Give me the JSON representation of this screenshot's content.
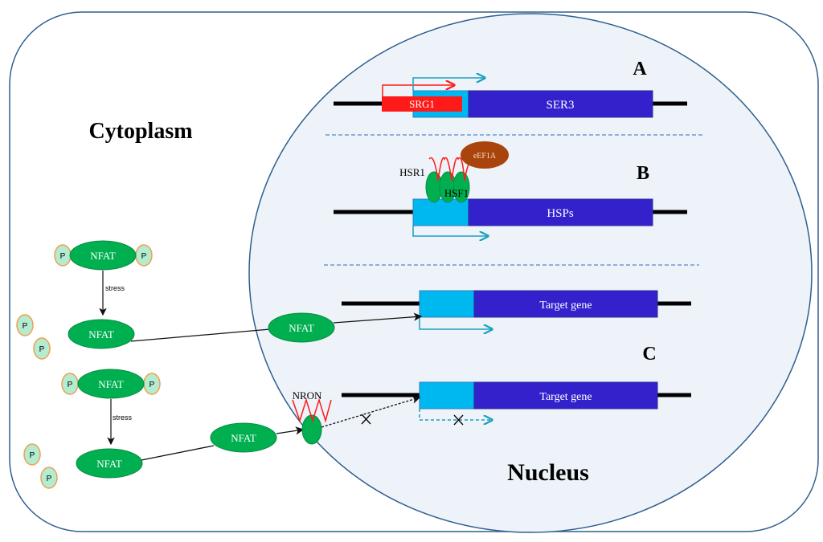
{
  "labels": {
    "cytoplasm": "Cytoplasm",
    "nucleus": "Nucleus",
    "panel_a": "A",
    "panel_b": "B",
    "panel_c": "C",
    "srg1": "SRG1",
    "ser3": "SER3",
    "hsr1": "HSR1",
    "hsf1": "HSF1",
    "eef1a": "eEF1A",
    "hsps": "HSPs",
    "target_gene": "Target gene",
    "nron": "NRON",
    "nfat": "NFAT",
    "phosphate": "P",
    "stress": "stress"
  },
  "colors": {
    "cell_border": "#2f5f8f",
    "nucleus_fill": "#eef3f9",
    "gene_body": "#3322cc",
    "promoter": "#00b8f0",
    "srg1": "#ff1a1a",
    "protein": "#00b050",
    "eef1a": "#a8440c",
    "phosphate_fill": "#b3ecd0",
    "phosphate_border": "#f0a050",
    "arrow": "#1aa0c0"
  }
}
